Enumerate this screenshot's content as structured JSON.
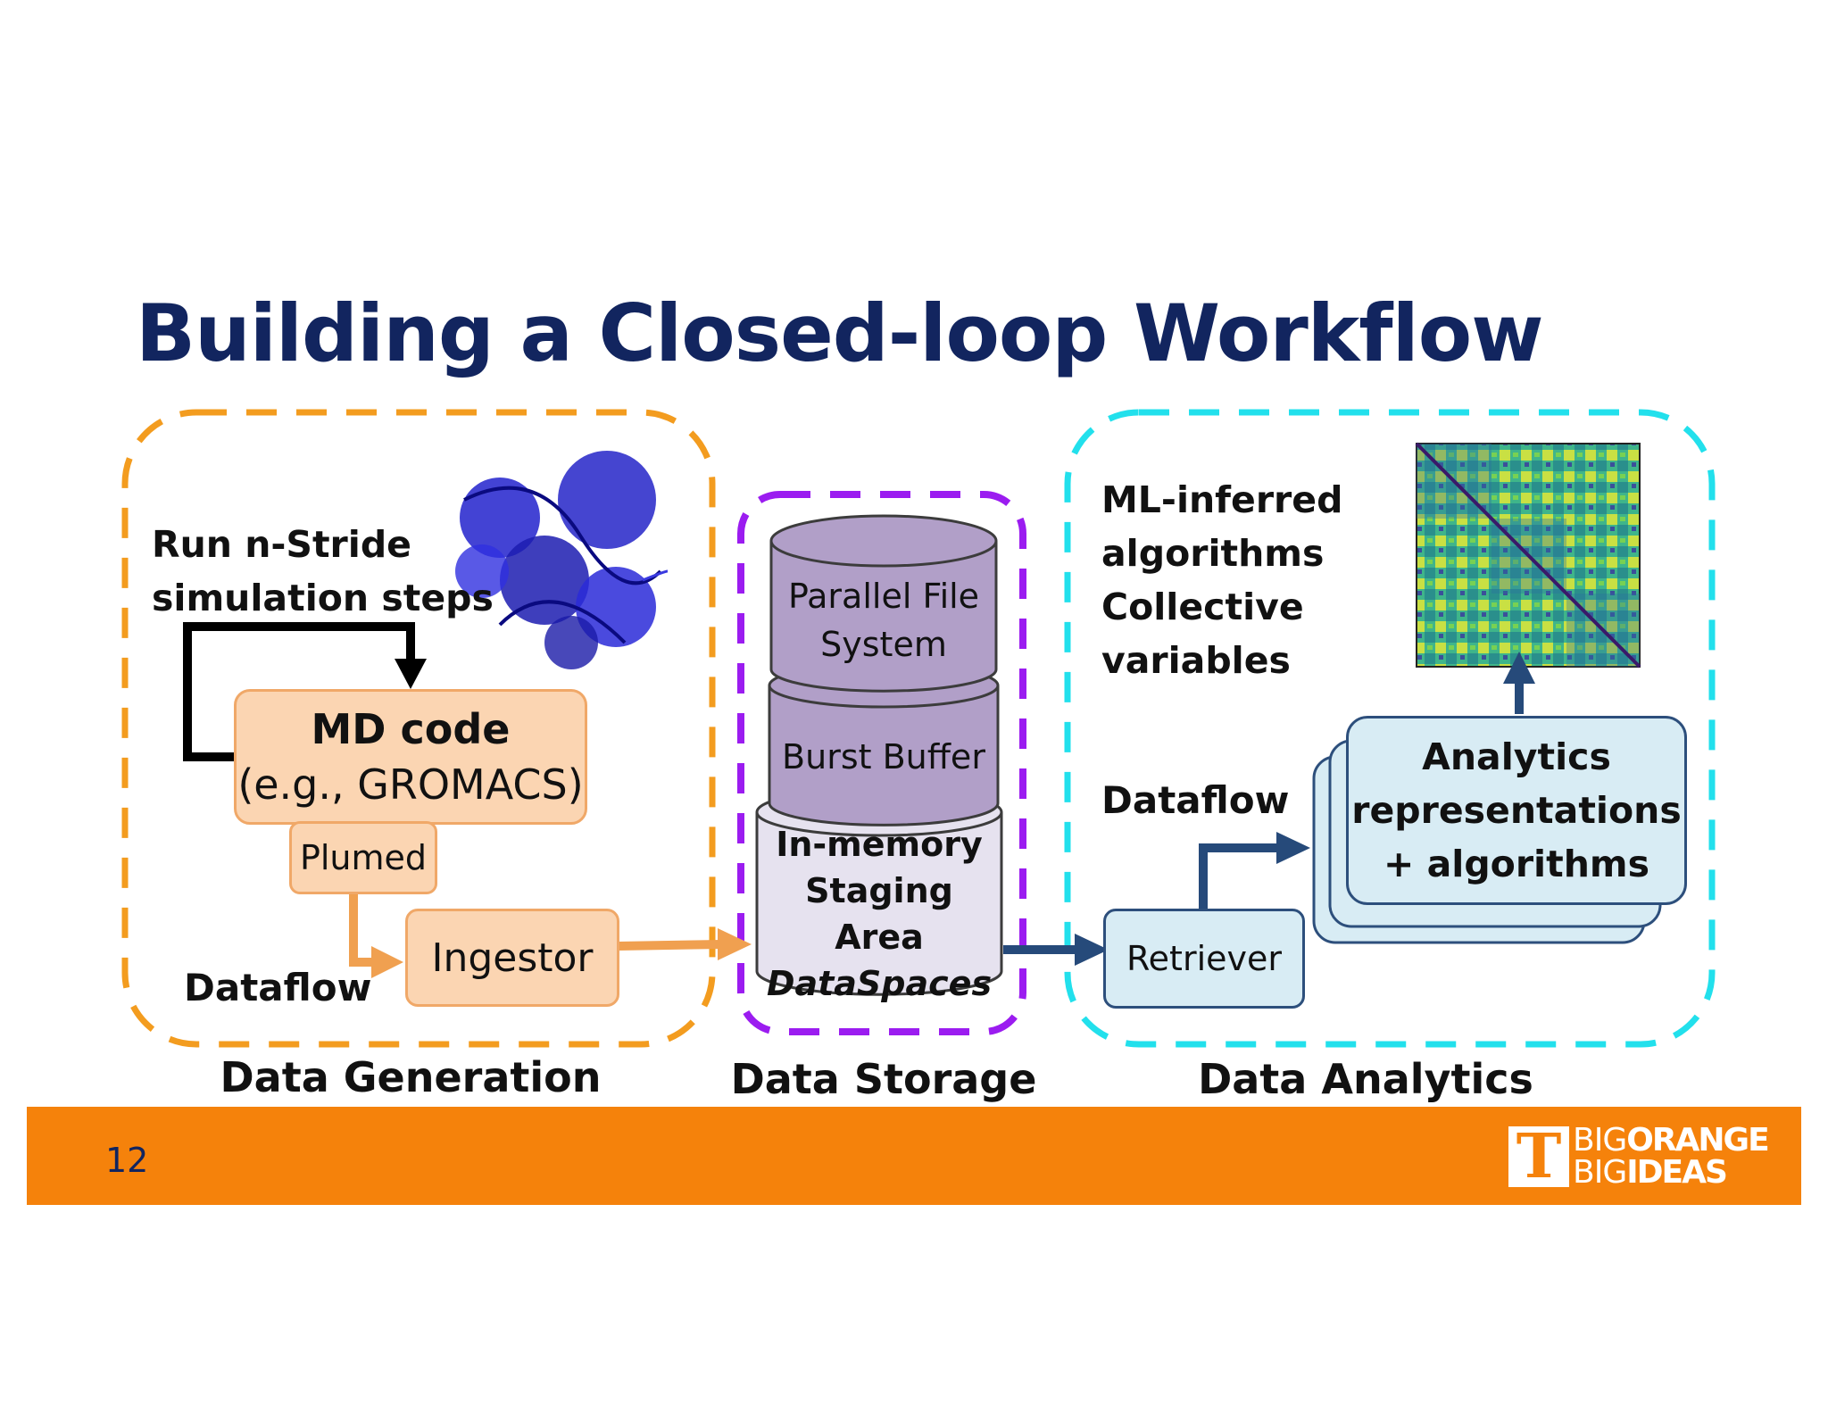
{
  "title": "Building a Closed-loop Workflow",
  "generation": {
    "run_label_line1": "Run n-Stride",
    "run_label_line2": "simulation steps",
    "md_code": "MD code",
    "md_example": "(e.g., GROMACS)",
    "plumed": "Plumed",
    "ingestor": "Ingestor",
    "dataflow": "Dataflow",
    "caption": "Data Generation"
  },
  "storage": {
    "parallel_fs_line1": "Parallel File",
    "parallel_fs_line2": "System",
    "burst_buffer": "Burst Buffer",
    "inmemory_line1": "In-memory",
    "inmemory_line2": "Staging Area",
    "inmemory_line3": "DataSpaces",
    "caption": "Data Storage"
  },
  "analytics": {
    "ml_line1": "ML-inferred",
    "ml_line2": "algorithms",
    "ml_line3": "Collective",
    "ml_line4": "variables",
    "dataflow": "Dataflow",
    "retriever": "Retriever",
    "box_line1": "Analytics",
    "box_line2": "representations",
    "box_line3": "+ algorithms",
    "caption": "Data Analytics"
  },
  "footer": {
    "page_number": "12",
    "logo_big1": "BIG",
    "logo_orange": "ORANGE",
    "logo_big2": "BIG",
    "logo_ideas": "IDEAS",
    "logo_letter": "T"
  },
  "colors": {
    "title": "#12255f",
    "generation_border": "#f39c1f",
    "storage_border": "#9b1cf0",
    "analytics_border": "#22e0ec",
    "footer": "#f5820b",
    "orange_arrow": "#f0a050",
    "blue_arrow": "#264a7a"
  },
  "icons": {
    "protein": "protein-structure-image",
    "heatmap": "contact-map-heatmap-image"
  }
}
